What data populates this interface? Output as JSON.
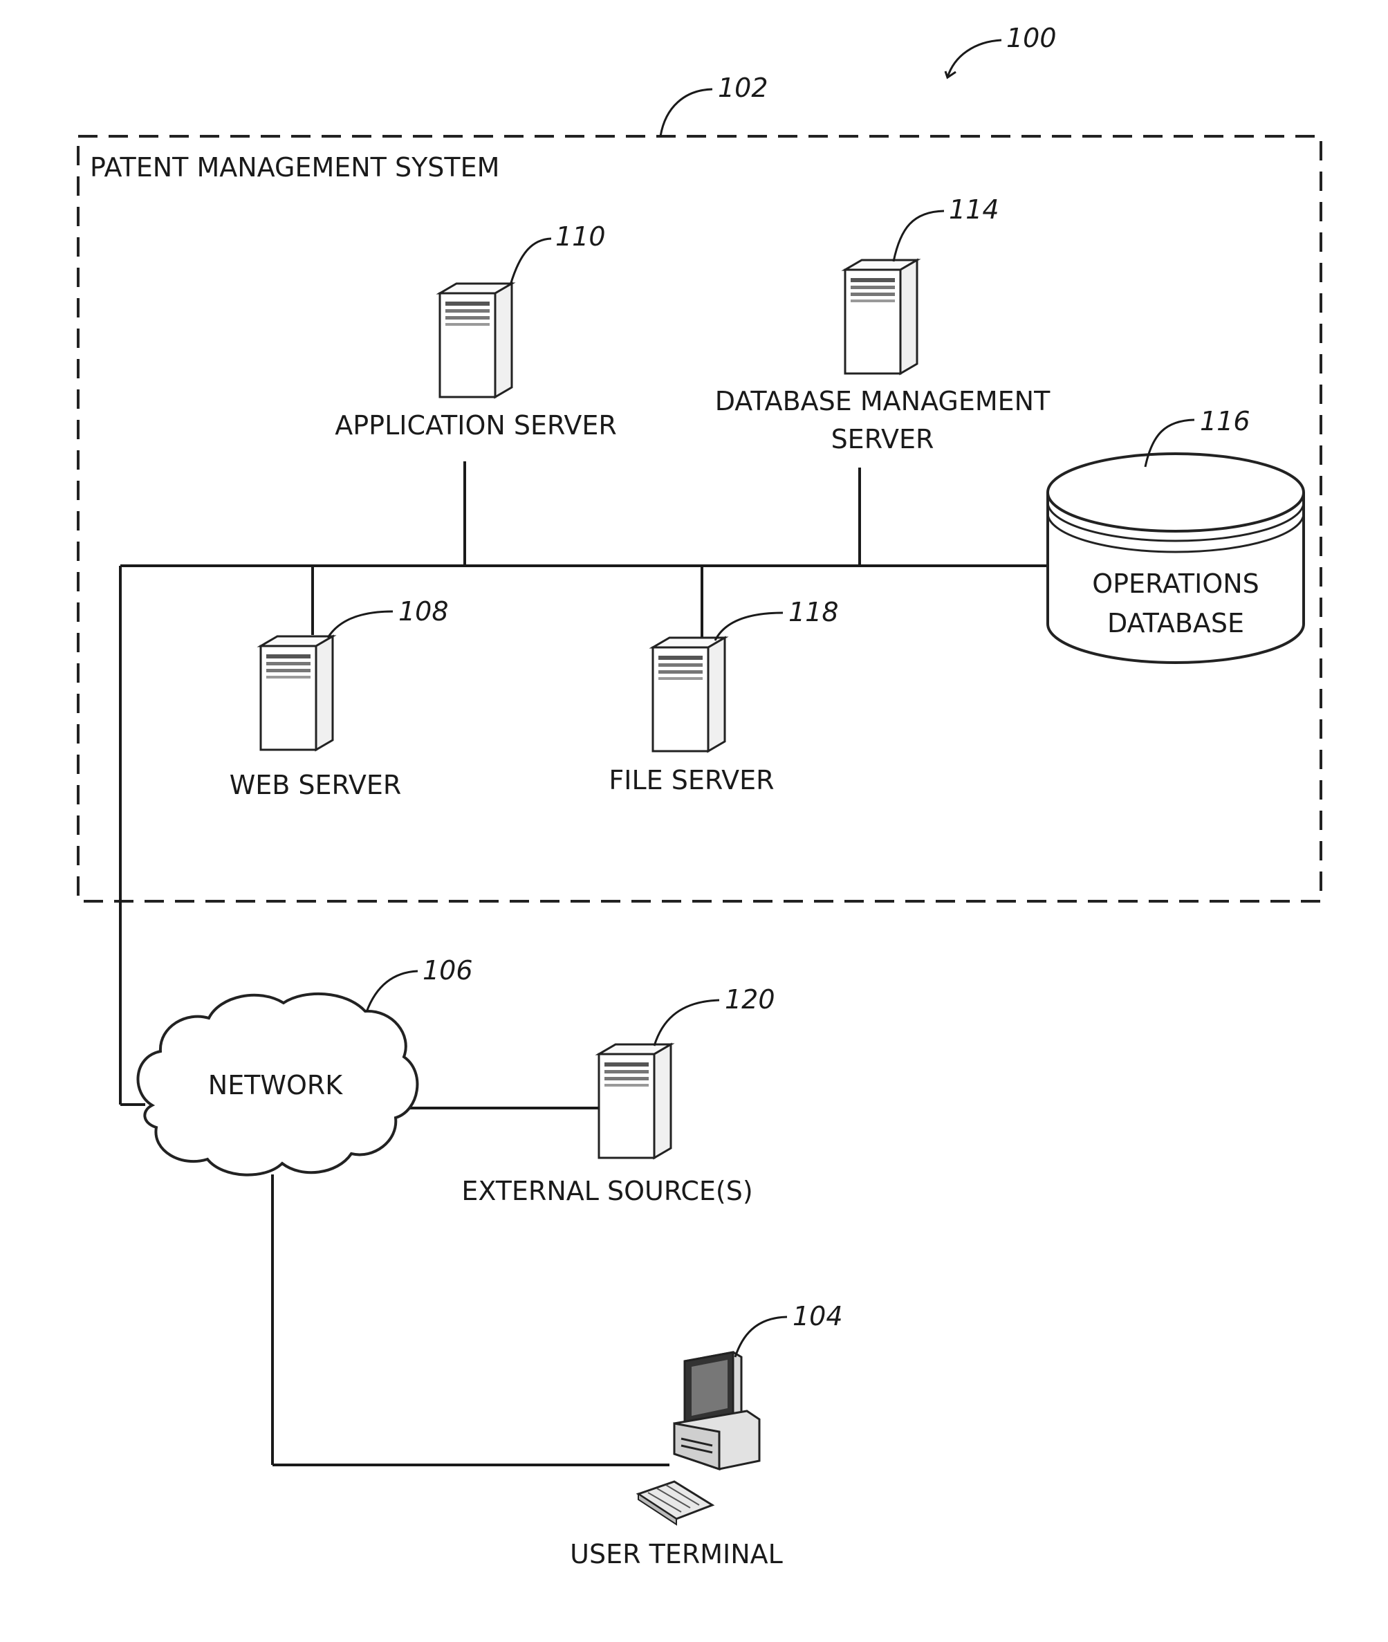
{
  "diagram": {
    "figure_ref": "100",
    "system": {
      "label": "PATENT MANAGEMENT SYSTEM",
      "ref": "102"
    },
    "nodes": {
      "application_server": {
        "label": "APPLICATION SERVER",
        "ref": "110",
        "icon": "server-tower-icon"
      },
      "database_management_server": {
        "label_line1": "DATABASE MANAGEMENT",
        "label_line2": "SERVER",
        "ref": "114",
        "icon": "server-tower-icon"
      },
      "operations_database": {
        "label_line1": "OPERATIONS",
        "label_line2": "DATABASE",
        "ref": "116",
        "icon": "database-cylinder-icon"
      },
      "web_server": {
        "label": "WEB SERVER",
        "ref": "108",
        "icon": "server-tower-icon"
      },
      "file_server": {
        "label": "FILE SERVER",
        "ref": "118",
        "icon": "server-tower-icon"
      },
      "network": {
        "label": "NETWORK",
        "ref": "106",
        "icon": "cloud-icon"
      },
      "external_sources": {
        "label": "EXTERNAL SOURCE(S)",
        "ref": "120",
        "icon": "server-tower-icon"
      },
      "user_terminal": {
        "label": "USER TERMINAL",
        "ref": "104",
        "icon": "computer-terminal-icon"
      }
    },
    "edges": [
      [
        "application_server",
        "bus"
      ],
      [
        "database_management_server",
        "bus"
      ],
      [
        "web_server",
        "bus"
      ],
      [
        "file_server",
        "bus"
      ],
      [
        "operations_database",
        "bus"
      ],
      [
        "bus",
        "network"
      ],
      [
        "network",
        "external_sources"
      ],
      [
        "network",
        "user_terminal"
      ]
    ]
  }
}
